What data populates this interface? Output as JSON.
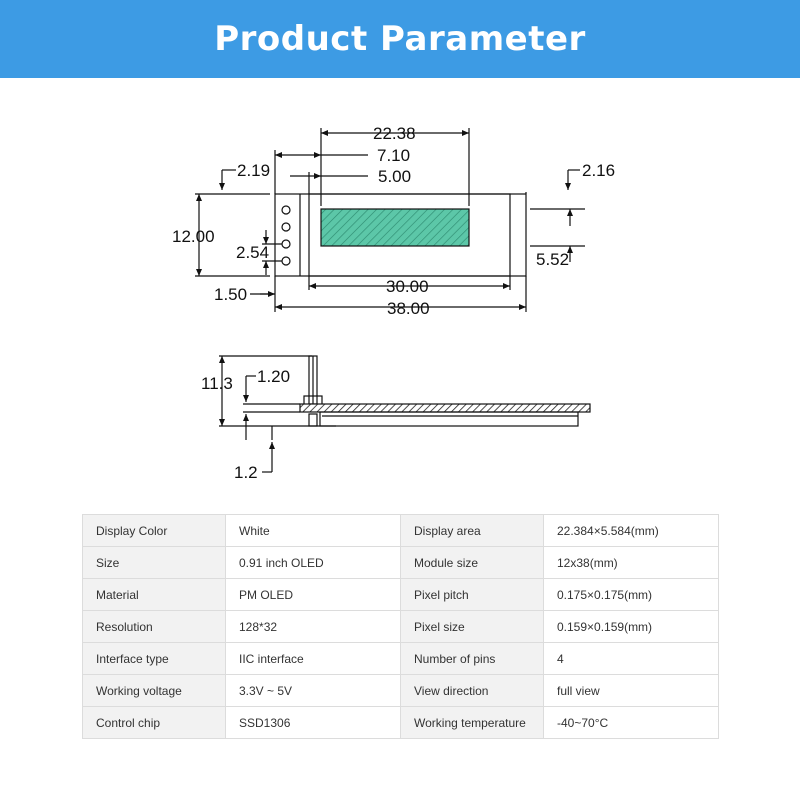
{
  "header": {
    "title": "Product Parameter"
  },
  "colors": {
    "banner": "#3d9be4",
    "display_area": "#5cc7a8",
    "table_label_bg": "#f2f2f2"
  },
  "drawing": {
    "top_view": {
      "dim_total_active_width": "22.38",
      "dim_offset_a": "7.10",
      "dim_offset_b": "5.00",
      "dim_left_margin": "2.19",
      "dim_right_margin": "2.16",
      "dim_height": "12.00",
      "dim_pin_pitch": "2.54",
      "dim_active_height": "5.52",
      "dim_pin_edge": "1.50",
      "dim_glass_width": "30.00",
      "dim_total_width": "38.00"
    },
    "side_view": {
      "dim_total_height": "11.3",
      "dim_pin_offset": "1.20",
      "dim_board_thickness": "1.2"
    }
  },
  "spec_table": {
    "rows": [
      {
        "label_left": "Display Color",
        "value_left": "White",
        "label_right": "Display area",
        "value_right": "22.384×5.584(mm)"
      },
      {
        "label_left": "Size",
        "value_left": "0.91 inch OLED",
        "label_right": "Module size",
        "value_right": "12x38(mm)"
      },
      {
        "label_left": "Material",
        "value_left": "PM OLED",
        "label_right": "Pixel pitch",
        "value_right": "0.175×0.175(mm)"
      },
      {
        "label_left": "Resolution",
        "value_left": "128*32",
        "label_right": "Pixel size",
        "value_right": "0.159×0.159(mm)"
      },
      {
        "label_left": "Interface type",
        "value_left": "IIC interface",
        "label_right": "Number of pins",
        "value_right": "4"
      },
      {
        "label_left": "Working voltage",
        "value_left": "3.3V ~ 5V",
        "label_right": "View direction",
        "value_right": "full view"
      },
      {
        "label_left": "Control chip",
        "value_left": "SSD1306",
        "label_right": "Working temperature",
        "value_right": "-40~70°C"
      }
    ]
  }
}
